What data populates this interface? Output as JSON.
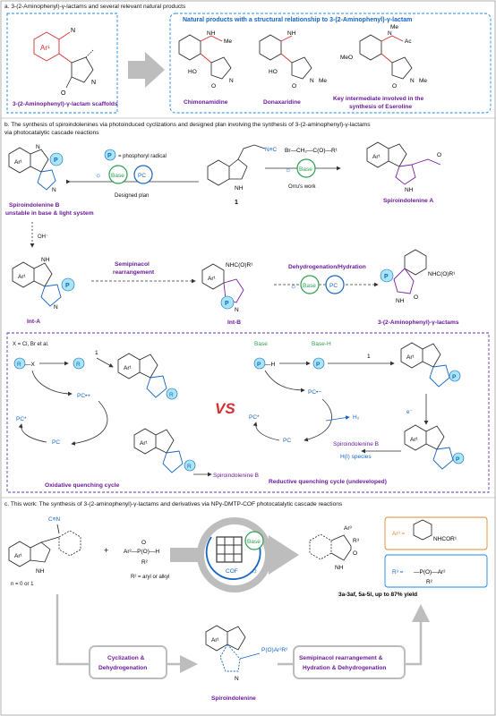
{
  "section_a": {
    "header": "a. 3-(2-Aminophenyl)-γ-lactams and several relevant natural products",
    "scaffold_label": "3-(2-Aminophenyl)-γ-lactam scaffolds",
    "natural_products_title": "Natural products with a structural relationship to 3-(2-Aminophenyl)-γ-lactam",
    "products": [
      "Chimonamidine",
      "Donaxaridine",
      "Key intermediate involved in the synthesis of Eseroline"
    ],
    "atoms": {
      "ar": "Ar¹",
      "nh": "NH",
      "n": "N",
      "o": "O",
      "me": "Me",
      "ho": "HO",
      "meo": "MeO",
      "ac": "Ac"
    }
  },
  "section_b": {
    "header": "b. The synthesis of spiroindolenines via photoinduced cyclizations and designed plan involving the synthesis of 3-(2-aminophenyl)-γ-lactams via photocatalytic cascade reactions",
    "spiro_b_label": "Spiroindolenine B",
    "spiro_b_sub": "unstable in base & light system",
    "phosphoryl_legend": "= phosphoryl radical",
    "designed_plan": "Designed plan",
    "base": "Base",
    "pc": "PC",
    "p": "P",
    "compound_1": "1",
    "orrus_work": "Orru's work",
    "spiro_a_label": "Spiroindolenine A",
    "oh": "OH⁻",
    "semipinacol": "Semipinacol rearrangement",
    "dehydro": "Dehydrogenation/Hydration",
    "int_a": "Int-A",
    "int_b": "Int-B",
    "lactam_label": "3-(2-Aminophenyl)-γ-lactams",
    "nhcor": "NHC(O)R¹",
    "mech": {
      "x_note": "X = Cl, Br et al.",
      "rx": "R—X",
      "r_dot": "R",
      "pc_star": "PC*",
      "pc_plus": "PC•+",
      "pc_minus": "PC•−",
      "pc": "PC",
      "vs": "VS",
      "base": "Base",
      "base_h": "Base-H",
      "ph": "P—H",
      "h2": "H₂",
      "h_species": "H(I) species",
      "spiro_b": "Spiroindolenine B",
      "oxidative": "Oxidative quenching cycle",
      "reductive": "Reductive quenching cycle (undeveloped)",
      "e_minus": "e⁻",
      "one": "1"
    }
  },
  "section_c": {
    "header": "c. This work: The synthesis of 3-(2-aminophenyl)-γ-lactams and derivatives via NPy-DMTP-COF photocatalytic cascade reactions",
    "n_note": "n = 0 or 1",
    "r2_note": "R² = aryl or alkyl",
    "plus": "+",
    "reagent": "Ar²—P(O)—H",
    "cof": "COF",
    "base": "Base",
    "ar3_def": "Ar³ = 2-NHCOR¹-phenyl",
    "nhcor": "NHCOR¹",
    "r3_def": "R³ = P(O)(R²)Ar²",
    "yield": "3a-3af, 5a-5l, up to 87% yield",
    "step1": "Cyclization & Dehydrogenation",
    "step2": "Semipinacol rearrangement & Hydration & Dehydrogenation",
    "spiro_label": "Spiroindolenine"
  },
  "colors": {
    "purple": "#6a1b9a",
    "blue": "#1565c0",
    "red": "#d32f2f",
    "green": "#2e9e4f",
    "orange": "#e08a2c",
    "cyan": "#a8e6f5"
  }
}
